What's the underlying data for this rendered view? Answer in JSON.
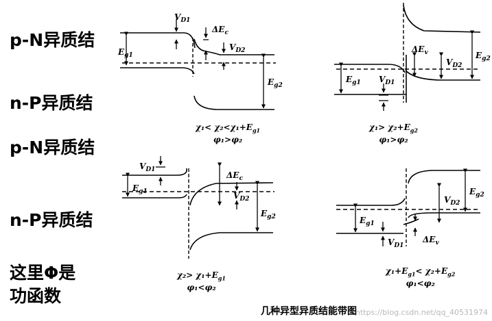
{
  "labels": {
    "pN_1": "p-N异质结",
    "nP_1": "n-P异质结",
    "pN_2": "p-N异质结",
    "nP_2": "n-P异质结",
    "note_line1": "这里Φ是",
    "note_line2": "功函数"
  },
  "conditions": {
    "d1_line1": "χ₁< χ₂<χ₁+E",
    "d1_line1_sub": "g1",
    "d1_line2": "φ₁>φ₂",
    "d2_line1": "χ₁> χ₂+E",
    "d2_line1_sub": "g2",
    "d2_line2": "φ₁>φ₂",
    "d3_line1": "χ₂> χ₁+E",
    "d3_line1_sub": "g1",
    "d3_line2": "φ₁<φ₂",
    "d4_line1": "χ₁+E",
    "d4_line1_sub": "g1",
    "d4_line1_rest": "< χ₂+E",
    "d4_line1_sub2": "g2",
    "d4_line2": "φ₁<φ₂"
  },
  "symbols": {
    "V": "V",
    "E": "E",
    "delta_E": "ΔE",
    "sub_D1": "D1",
    "sub_D2": "D2",
    "sub_c": "c",
    "sub_v": "v",
    "sub_g1": "g1",
    "sub_g2": "g2"
  },
  "caption": "几种异型异质结能带图",
  "watermark": "https://blog.csdn.net/qq_40531974"
}
